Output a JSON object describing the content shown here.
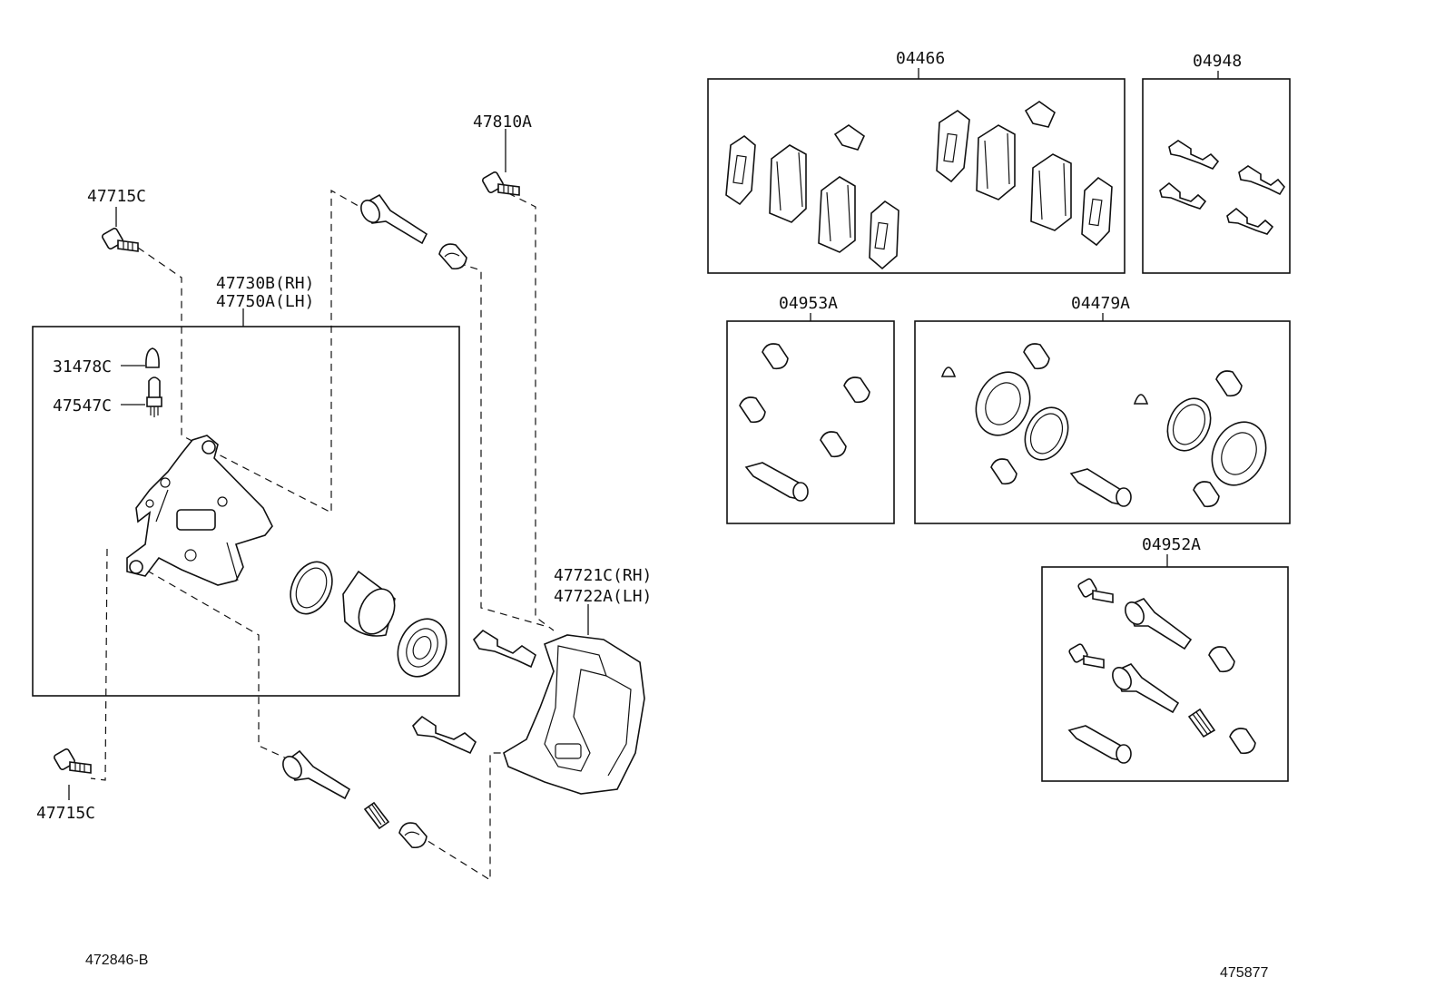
{
  "labels": {
    "p47715c_top": "47715C",
    "p47810a": "47810A",
    "p47730b": "47730B(RH)",
    "p47750a": "47750A(LH)",
    "p31478c": "31478C",
    "p47547c": "47547C",
    "p47721c": "47721C(RH)",
    "p47722a": "47722A(LH)",
    "p47715c_bottom": "47715C",
    "p04466": "04466",
    "p04948": "04948",
    "p04953a": "04953A",
    "p04479a": "04479A",
    "p04952a": "04952A"
  },
  "footer": {
    "left_ref": "472846-B",
    "right_ref": "475877"
  }
}
